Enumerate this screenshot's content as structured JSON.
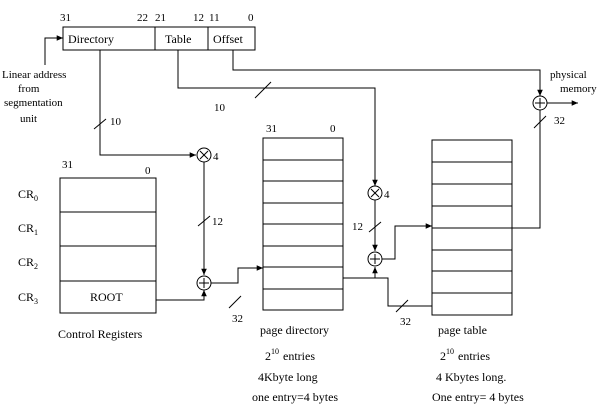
{
  "linear_address": {
    "bit_31": "31",
    "bit_22": "22",
    "bit_21": "21",
    "bit_12": "12",
    "bit_11": "11",
    "bit_0": "0",
    "fields": [
      "Directory",
      "Table",
      "Offset"
    ],
    "source_label": [
      "Linear address",
      "from",
      "segmentation",
      "unit"
    ]
  },
  "widths": {
    "directory_bits": "10",
    "table_bits": "10",
    "cr_bits": "12",
    "pd_bits": "12",
    "cr_out": "32",
    "pd_out": "32",
    "pm_in": "32"
  },
  "ops": {
    "multiply": "4"
  },
  "physical_memory": [
    "physical",
    "memory"
  ],
  "control_registers": {
    "bit_high": "31",
    "bit_low": "0",
    "names": [
      "CR",
      "CR",
      "CR",
      "CR"
    ],
    "subscripts": [
      "0",
      "1",
      "2",
      "3"
    ],
    "root_label": "ROOT",
    "caption": "Control Registers"
  },
  "page_directory": {
    "bit_high": "31",
    "bit_low": "0",
    "caption": "page directory",
    "entries_base": "2",
    "entries_exp": "10",
    "entries_word": "entries",
    "size": "4Kbyte long",
    "entry_size": "one entry=4 bytes"
  },
  "page_table": {
    "caption": "page table",
    "entries_base": "2",
    "entries_exp": "10",
    "entries_word": "entries",
    "size": "4 Kbytes long.",
    "entry_size": "One entry= 4 bytes"
  }
}
